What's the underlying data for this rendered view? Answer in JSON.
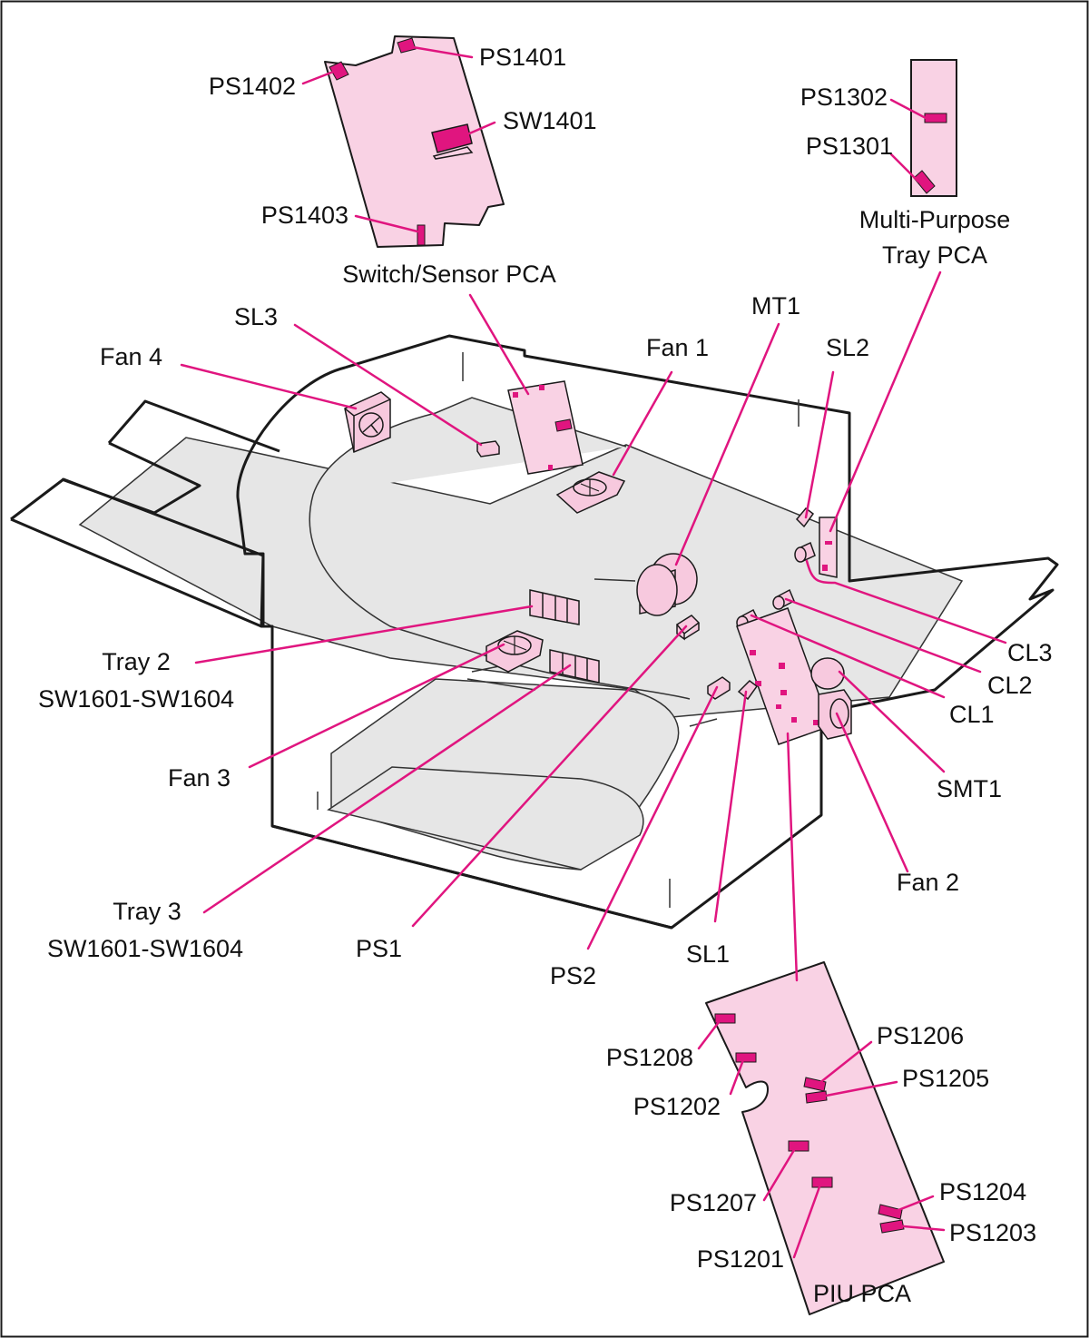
{
  "colors": {
    "callout": "#e0157f",
    "board_fill": "#f9d2e4",
    "part_fill": "#f7c9de",
    "sensor": "#e0157f",
    "media_fill": "#e6e6e6",
    "outline": "#1a1a1a"
  },
  "labels": {
    "ps1401": "PS1401",
    "ps1402": "PS1402",
    "sw1401": "SW1401",
    "ps1403": "PS1403",
    "switch_sensor_pca": "Switch/Sensor PCA",
    "ps1302": "PS1302",
    "ps1301": "PS1301",
    "mp_tray_pca_line1": "Multi-Purpose",
    "mp_tray_pca_line2": "Tray PCA",
    "sl3": "SL3",
    "mt1": "MT1",
    "fan4": "Fan 4",
    "fan1": "Fan 1",
    "sl2": "SL2",
    "tray2_line1": "Tray 2",
    "tray2_line2": "SW1601-SW1604",
    "fan3": "Fan 3",
    "cl3": "CL3",
    "cl2": "CL2",
    "cl1": "CL1",
    "smt1": "SMT1",
    "fan2": "Fan 2",
    "tray3_line1": "Tray 3",
    "tray3_line2": "SW1601-SW1604",
    "ps1": "PS1",
    "ps2": "PS2",
    "sl1": "SL1",
    "ps1208": "PS1208",
    "ps1206": "PS1206",
    "ps1205": "PS1205",
    "ps1202": "PS1202",
    "ps1207": "PS1207",
    "ps1204": "PS1204",
    "ps1203": "PS1203",
    "ps1201": "PS1201",
    "piu_pca": "PIU PCA"
  }
}
